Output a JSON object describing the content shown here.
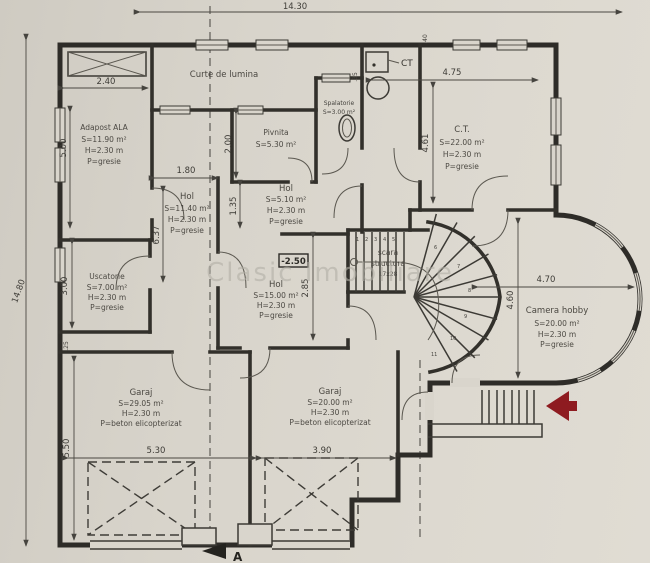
{
  "plan": {
    "watermark": "Clasic Imobiliare",
    "section_marker": "A",
    "level_marker": "-2.50",
    "boiler_label": "CT"
  },
  "rooms": {
    "adapost": {
      "name": "Adapost ALA",
      "area": "S=11.90 m²",
      "height": "H=2.30 m",
      "floor": "P=gresie"
    },
    "curte": {
      "name": "Curte de lumina"
    },
    "pivnita": {
      "name": "Pivnita",
      "area": "S=5.30 m²"
    },
    "spalatorie": {
      "name": "Spalatorie",
      "area": "S=3.00 m²"
    },
    "ct_room": {
      "name": "C.T.",
      "area": "S=22.00 m²",
      "height": "H=2.30 m",
      "floor": "P=gresie"
    },
    "hol_upper": {
      "name": "Hol",
      "area": "S=11.40 m²",
      "height": "H=2.30 m",
      "floor": "P=gresie"
    },
    "hol_mid": {
      "name": "Hol",
      "area": "S=5.10 m²",
      "height": "H=2.30 m",
      "floor": "P=gresie"
    },
    "hol_lower": {
      "name": "Hol",
      "area": "S=15.00 m²",
      "height": "H=2.30 m",
      "floor": "P=gresie"
    },
    "uscatorie": {
      "name": "Uscatorie",
      "area": "S=7.00 m²",
      "height": "H=2.30 m",
      "floor": "P=gresie"
    },
    "scara": {
      "line1": "scara",
      "line2": "structura",
      "line3": "17x28"
    },
    "camera_hobby": {
      "name": "Camera hobby",
      "area": "S=20.00 m²",
      "height": "H=2.30 m",
      "floor": "P=gresie"
    },
    "garaj1": {
      "name": "Garaj",
      "area": "S=29.05 m²",
      "height": "H=2.30 m",
      "floor": "P=beton elicopterizat"
    },
    "garaj2": {
      "name": "Garaj",
      "area": "S=20.00 m²",
      "height": "H=2.30 m",
      "floor": "P=beton elicopterizat"
    }
  },
  "dimensions": {
    "overall_width": "14.30",
    "overall_height": "14.80",
    "adapost_width": "2.40",
    "adapost_length": "5.00",
    "hol_upper_width": "1.80",
    "hol_upper_length": "6.37",
    "hol_lower_left": "1.35",
    "pivnita_depth": "2.00",
    "ct_width": "4.75",
    "ct_length": "4.61",
    "ct_wall_top": ".40",
    "ct_wall_side": ".35",
    "hol_lower_height": "2.85",
    "uscatorie_length": "3.00",
    "uscatorie_wall": ".25",
    "garaj1_length": "5.50",
    "garaj1_door": "5.30",
    "garaj2_door": "3.90",
    "hobby_width": "4.70",
    "hobby_height": "4.60"
  },
  "stairs": {
    "numbers": [
      "1",
      "2",
      "3",
      "4",
      "5",
      "6",
      "7",
      "8",
      "9",
      "10",
      "11"
    ]
  }
}
